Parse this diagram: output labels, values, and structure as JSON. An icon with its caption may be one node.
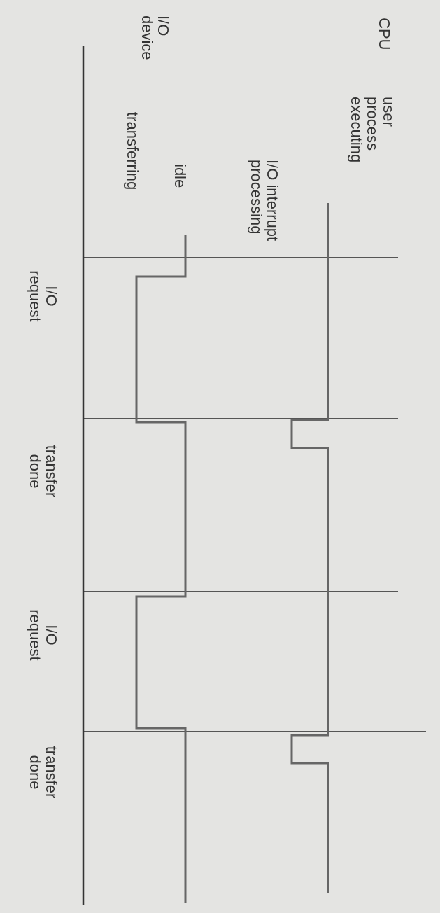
{
  "diagram": {
    "labels": [
      "CPU",
      "I/O device",
      "user process executing",
      "I/O interrupt processing",
      "idle",
      "transferring",
      "I/O request",
      "transfer done",
      "I/O request",
      "transfer done"
    ]
  }
}
